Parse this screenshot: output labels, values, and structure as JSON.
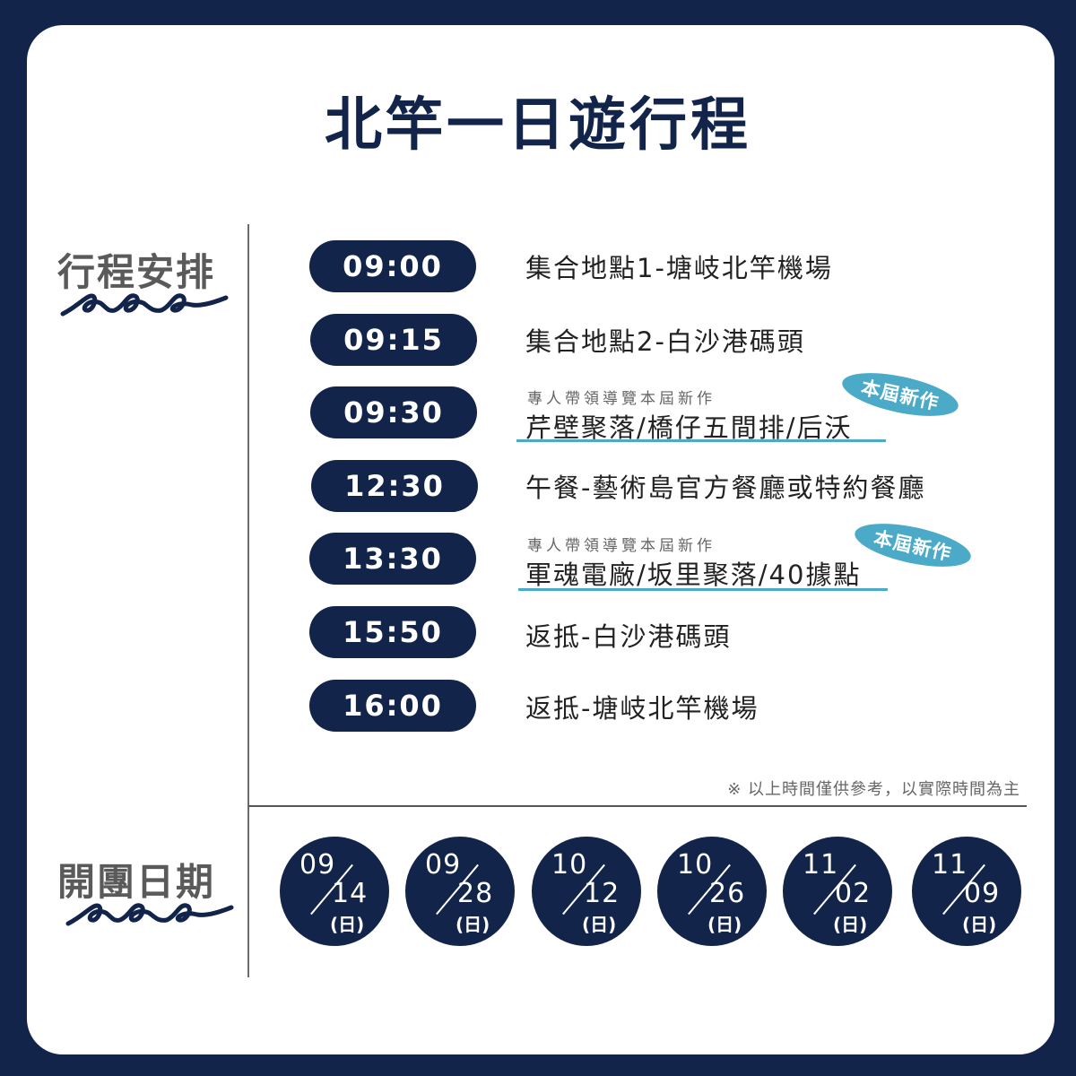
{
  "title": "北竿一日遊行程",
  "sections": {
    "schedule_label": "行程安排",
    "dates_label": "開團日期"
  },
  "schedule": [
    {
      "time": "09:00",
      "desc": "集合地點1-塘岐北竿機場"
    },
    {
      "time": "09:15",
      "desc": "集合地點2-白沙港碼頭"
    },
    {
      "time": "09:30",
      "sub": "專人帶領導覽本屆新作",
      "desc": "芹壁聚落/橋仔五間排/后沃",
      "badge": "本屆新作"
    },
    {
      "time": "12:30",
      "desc": "午餐-藝術島官方餐廳或特約餐廳"
    },
    {
      "time": "13:30",
      "sub": "專人帶領導覽本屆新作",
      "desc": "軍魂電廠/坂里聚落/40據點",
      "badge": "本屆新作"
    },
    {
      "time": "15:50",
      "desc": "返抵-白沙港碼頭"
    },
    {
      "time": "16:00",
      "desc": "返抵-塘岐北竿機場"
    }
  ],
  "note": "※ 以上時間僅供參考，以實際時間為主",
  "dates": [
    {
      "month": "09",
      "day": "14",
      "weekday": "(日)"
    },
    {
      "month": "09",
      "day": "28",
      "weekday": "(日)"
    },
    {
      "month": "10",
      "day": "12",
      "weekday": "(日)"
    },
    {
      "month": "10",
      "day": "26",
      "weekday": "(日)"
    },
    {
      "month": "11",
      "day": "02",
      "weekday": "(日)"
    },
    {
      "month": "11",
      "day": "09",
      "weekday": "(日)"
    }
  ],
  "colors": {
    "navy": "#13244a",
    "accent": "#4aaac8",
    "label_gray": "#5a5a5a"
  }
}
